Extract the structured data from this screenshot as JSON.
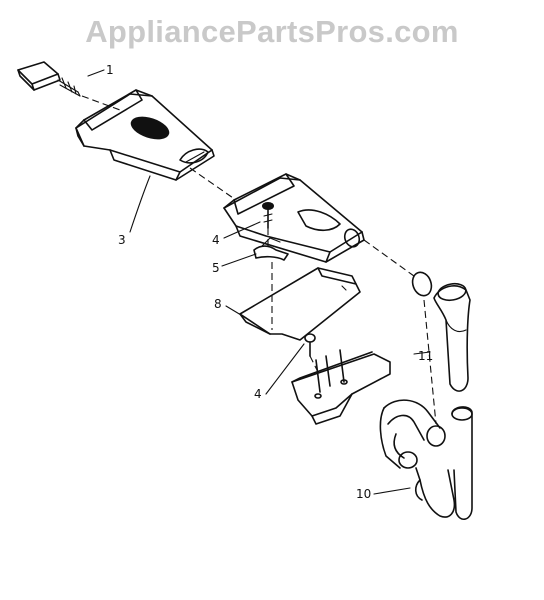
{
  "watermark": "AppliancePartsPros.com",
  "callouts": [
    {
      "id": "1",
      "label": "1"
    },
    {
      "id": "3",
      "label": "3"
    },
    {
      "id": "4a",
      "label": "4"
    },
    {
      "id": "5",
      "label": "5"
    },
    {
      "id": "8",
      "label": "8"
    },
    {
      "id": "4b",
      "label": "4"
    },
    {
      "id": "11",
      "label": "11"
    },
    {
      "id": "10",
      "label": "10"
    }
  ]
}
